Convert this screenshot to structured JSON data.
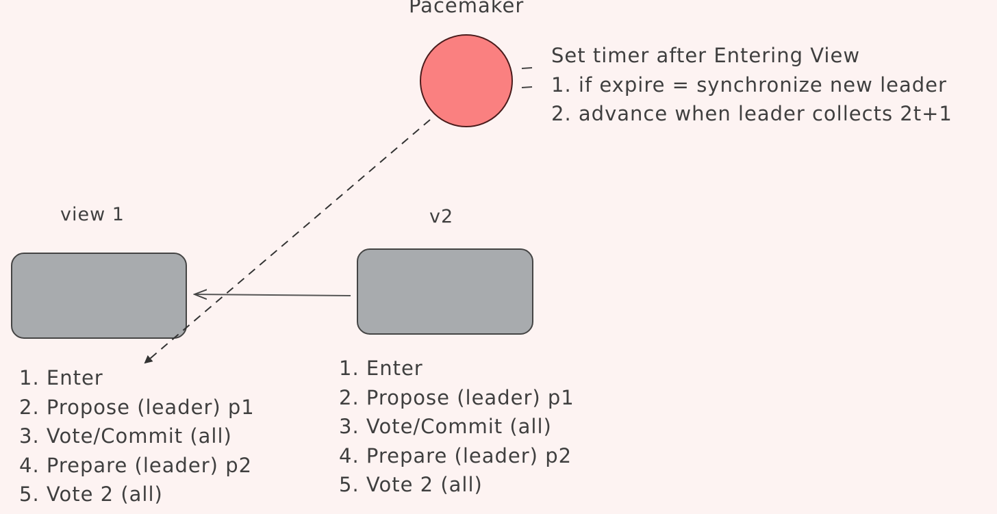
{
  "pacemaker": {
    "title": "Pacemaker",
    "notes": [
      "Set timer after Entering View",
      "1. if expire = synchronize new leader",
      "2. advance when leader collects 2t+1"
    ],
    "fill_color": "#fa8080",
    "stroke_color": "#5a1a1a"
  },
  "views": [
    {
      "label": "view 1",
      "steps": [
        "1. Enter",
        "2. Propose (leader) p1",
        "3. Vote/Commit (all)",
        "4. Prepare (leader) p2",
        "5. Vote 2 (all)"
      ]
    },
    {
      "label": "v2",
      "steps": [
        "1. Enter",
        "2. Propose (leader) p1",
        "3. Vote/Commit (all)",
        "4. Prepare (leader) p2",
        "5. Vote 2 (all)"
      ]
    }
  ],
  "box_color": "#a8abae"
}
